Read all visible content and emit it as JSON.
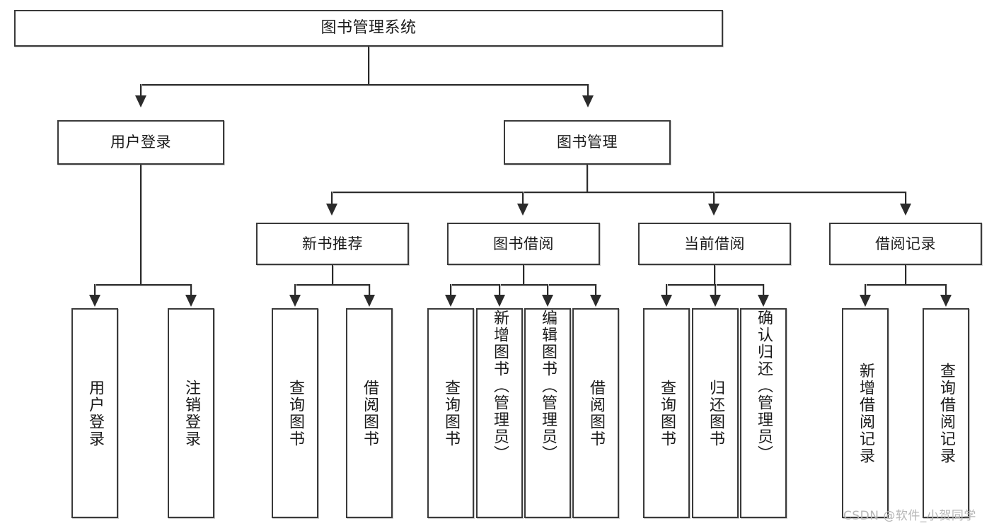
{
  "diagram": {
    "type": "tree",
    "title": "图书管理系统",
    "watermark": "CSDN @软件_小贺同学",
    "colors": {
      "box_border": "#3a3a3a",
      "connector": "#2b2b2b",
      "background": "#ffffff",
      "text": "#1b1b1b",
      "watermark": "#b6b6b6"
    },
    "root": {
      "label": "图书管理系统"
    },
    "level2": [
      {
        "label": "用户登录"
      },
      {
        "label": "图书管理"
      }
    ],
    "level3": [
      {
        "label": "新书推荐"
      },
      {
        "label": "图书借阅"
      },
      {
        "label": "当前借阅"
      },
      {
        "label": "借阅记录"
      }
    ],
    "leaves": {
      "user_login": [
        {
          "label": "用户登录"
        },
        {
          "label": "注销登录"
        }
      ],
      "new_book_recommend": [
        {
          "label": "查询图书"
        },
        {
          "label": "借阅图书"
        }
      ],
      "book_borrow": [
        {
          "label": "查询图书"
        },
        {
          "label": "新增图书（管理员）"
        },
        {
          "label": "编辑图书（管理员）"
        },
        {
          "label": "借阅图书"
        }
      ],
      "current_borrow": [
        {
          "label": "查询图书"
        },
        {
          "label": "归还图书"
        },
        {
          "label": "确认归还（管理员）"
        }
      ],
      "borrow_record": [
        {
          "label": "新增借阅记录"
        },
        {
          "label": "查询借阅记录"
        }
      ]
    }
  }
}
